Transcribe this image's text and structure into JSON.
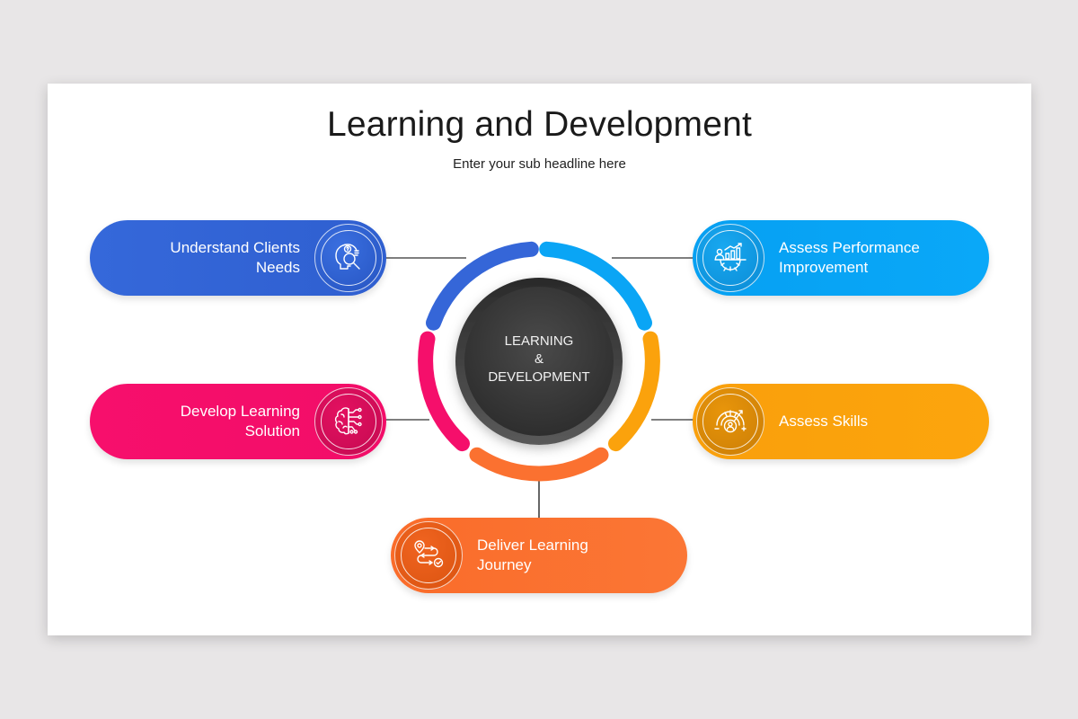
{
  "slide": {
    "title": "Learning and Development",
    "subtitle": "Enter your sub headline here"
  },
  "center": {
    "line1": "LEARNING",
    "line2": "&",
    "line3": "DEVELOPMENT",
    "color": "#3d3d3d"
  },
  "steps": [
    {
      "id": "understand",
      "line1": "Understand Clients",
      "line2": "Needs",
      "icon": "head-search-icon",
      "color": "#3566d8",
      "position": "top-left"
    },
    {
      "id": "assess-performance",
      "line1": "Assess Performance",
      "line2": "Improvement",
      "icon": "performance-gear-chart-icon",
      "color": "#0aa5f5",
      "position": "top-right"
    },
    {
      "id": "assess-skills",
      "line1": "Assess Skills",
      "line2": "",
      "icon": "skill-gauge-icon",
      "color": "#fba20c",
      "position": "middle-right"
    },
    {
      "id": "deliver",
      "line1": "Deliver Learning",
      "line2": "Journey",
      "icon": "journey-route-icon",
      "color": "#fb7130",
      "position": "bottom"
    },
    {
      "id": "develop",
      "line1": "Develop Learning",
      "line2": "Solution",
      "icon": "brain-circuit-icon",
      "color": "#f50f6b",
      "position": "middle-left"
    }
  ]
}
